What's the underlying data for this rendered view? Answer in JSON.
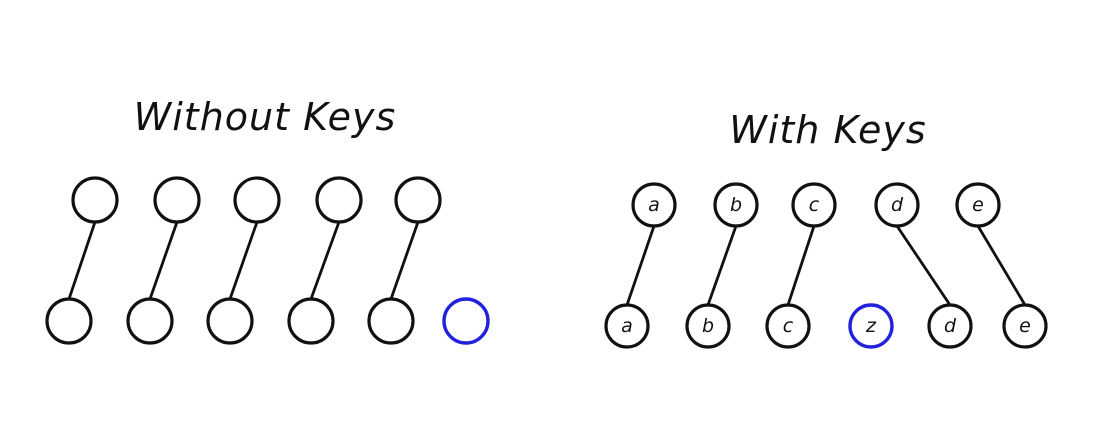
{
  "panels": [
    {
      "title": "Without Keys",
      "top_nodes": [
        "",
        "",
        "",
        "",
        ""
      ],
      "bottom_nodes": [
        "",
        "",
        "",
        "",
        "",
        ""
      ],
      "links": [
        [
          0,
          0
        ],
        [
          1,
          1
        ],
        [
          2,
          2
        ],
        [
          3,
          3
        ],
        [
          4,
          4
        ]
      ],
      "new_node_index": 5
    },
    {
      "title": "With Keys",
      "top_nodes": [
        "a",
        "b",
        "c",
        "d",
        "e"
      ],
      "bottom_nodes": [
        "a",
        "b",
        "c",
        "z",
        "d",
        "e"
      ],
      "links": [
        [
          0,
          0
        ],
        [
          1,
          1
        ],
        [
          2,
          2
        ],
        [
          3,
          4
        ],
        [
          4,
          5
        ]
      ],
      "new_node_index": 3
    }
  ],
  "colors": {
    "stroke": "#111111",
    "new_node": "#2222dd",
    "background": "#ffffff"
  }
}
